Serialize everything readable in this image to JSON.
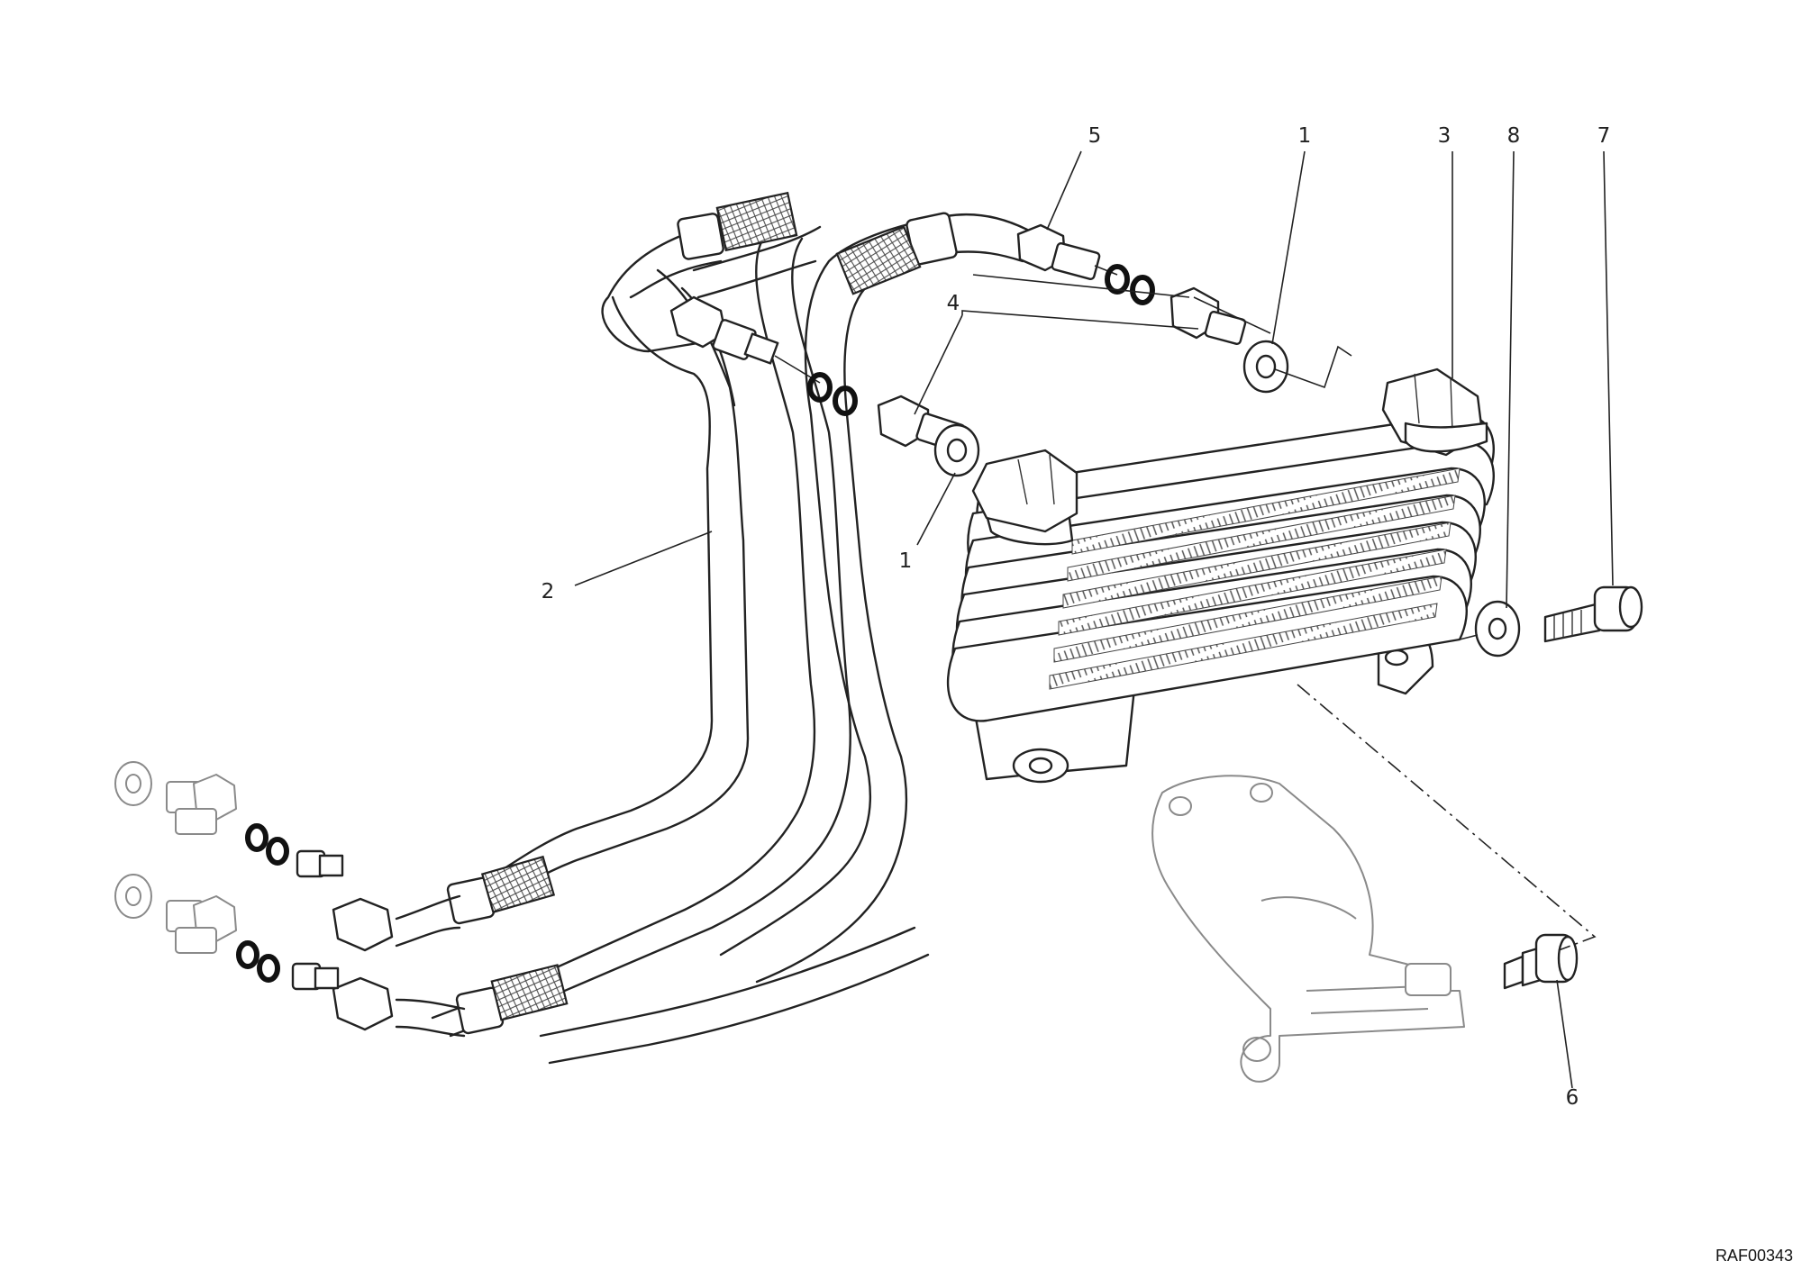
{
  "diagram": {
    "drawing_code": "RAF00343",
    "callouts": [
      "5",
      "1",
      "3",
      "8",
      "7",
      "4",
      "1",
      "2",
      "6"
    ]
  }
}
